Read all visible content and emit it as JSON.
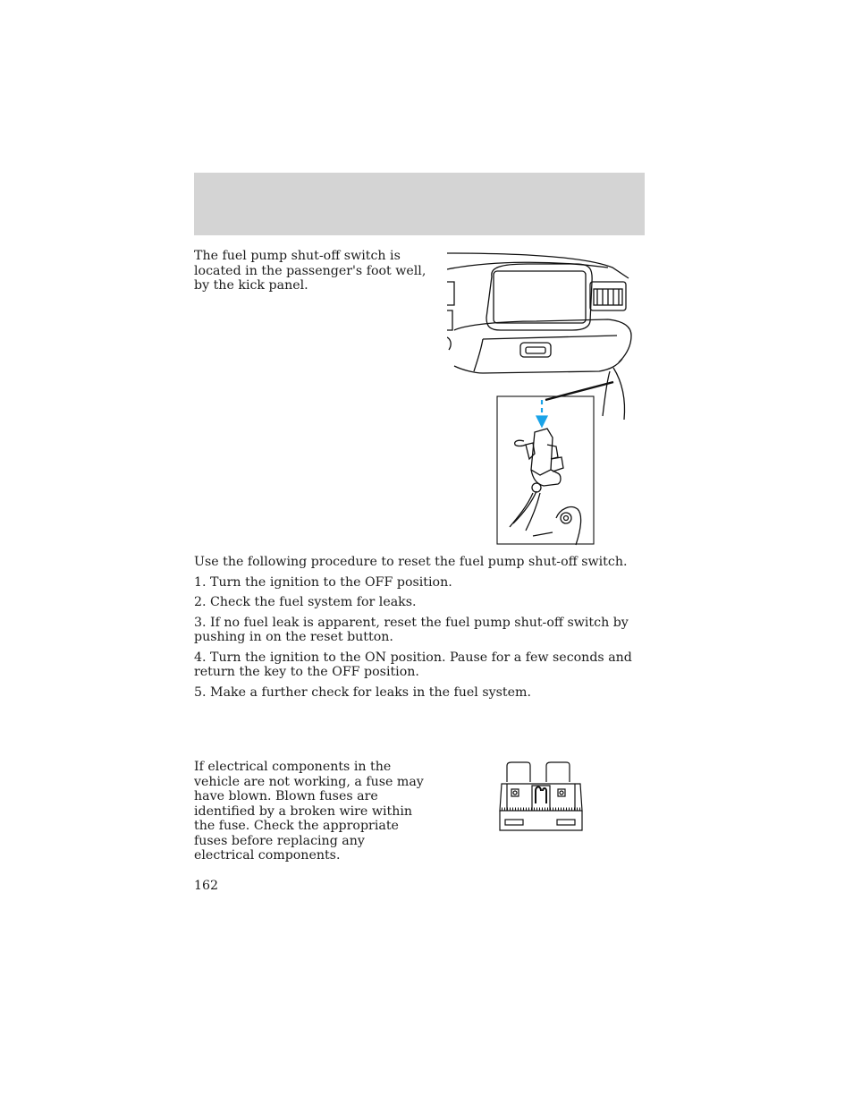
{
  "intro": {
    "text": "The fuel pump shut-off switch is located in the passenger's foot well, by the kick panel."
  },
  "procedure": {
    "lead": "Use the following procedure to reset the fuel pump shut-off switch.",
    "steps": [
      "1. Turn the ignition to the OFF position.",
      "2. Check the fuel system for leaks.",
      "3. If no fuel leak is apparent, reset the fuel pump shut-off switch by pushing in on the reset button.",
      "4. Turn the ignition to the ON position. Pause for a few seconds and return the key to the OFF position.",
      "5. Make a further check for leaks in the fuel system."
    ]
  },
  "fuses": {
    "text": "If electrical components in the vehicle are not working, a fuse may have blown. Blown fuses are identified by a broken wire within the fuse. Check the appropriate fuses before replacing any electrical components."
  },
  "page": {
    "number": "162"
  },
  "colors": {
    "header_band": "#d4d4d4",
    "arrow": "#1aa3e8"
  }
}
